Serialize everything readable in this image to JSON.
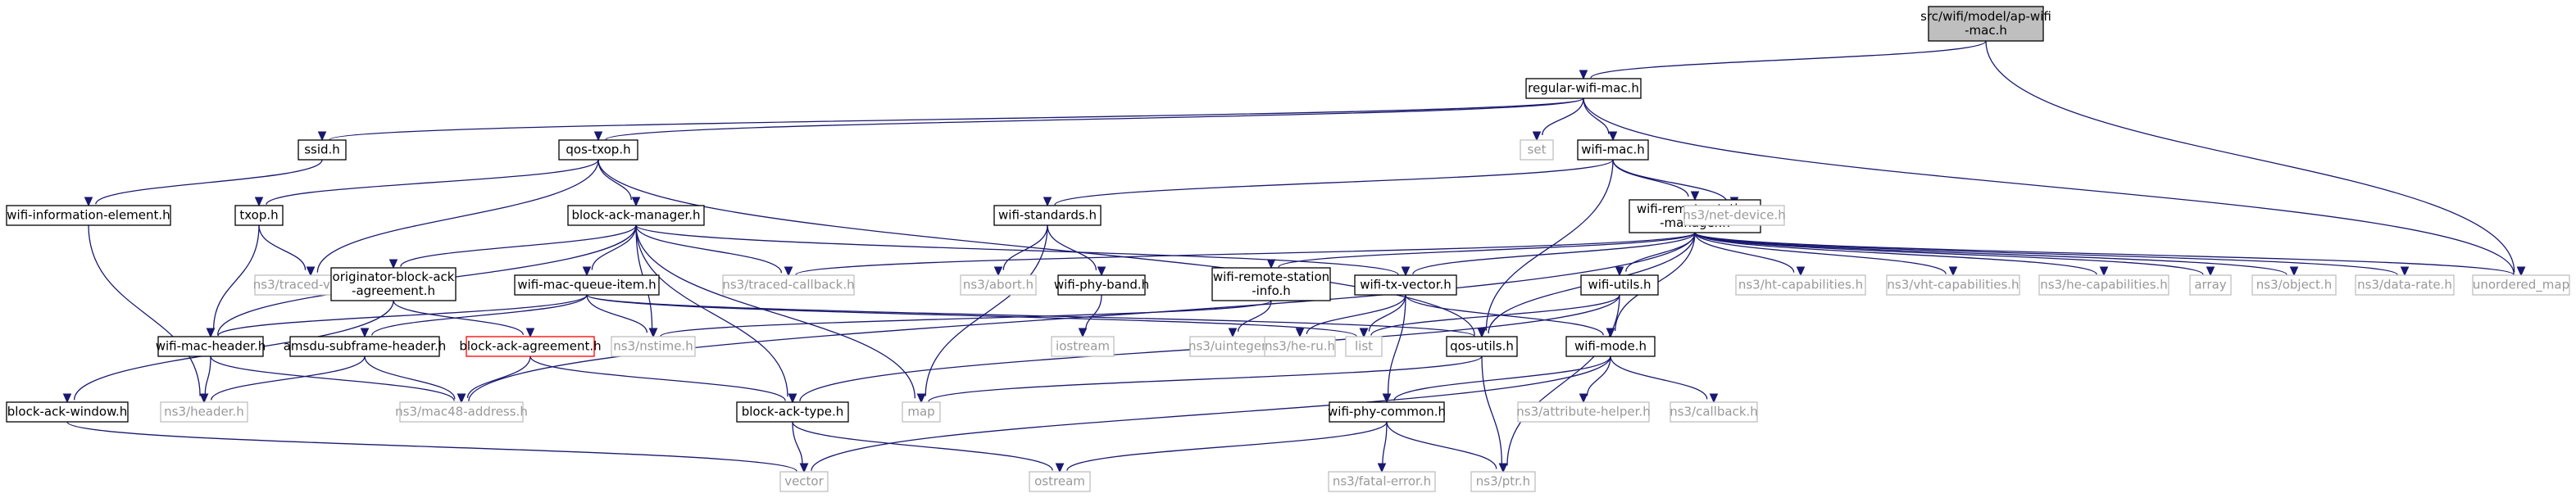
{
  "colors": {
    "edge": "#191970",
    "root_fill": "#bfbfbf",
    "documented_stroke": "#000000",
    "external_stroke": "#bfbfbf",
    "missing_stroke": "#ff0000",
    "documented_text": "#000000",
    "external_text": "#999999"
  },
  "nodes": [
    {
      "id": "ap",
      "lines": [
        "src/wifi/model/ap-wifi",
        "-mac.h"
      ],
      "kind": "root"
    },
    {
      "id": "regular",
      "lines": [
        "regular-wifi-mac.h"
      ],
      "kind": "documented"
    },
    {
      "id": "ssid",
      "lines": [
        "ssid.h"
      ],
      "kind": "documented"
    },
    {
      "id": "qostxop",
      "lines": [
        "qos-txop.h"
      ],
      "kind": "documented"
    },
    {
      "id": "set",
      "lines": [
        "set"
      ],
      "kind": "external"
    },
    {
      "id": "wifimac",
      "lines": [
        "wifi-mac.h"
      ],
      "kind": "documented"
    },
    {
      "id": "wie",
      "lines": [
        "wifi-information-element.h"
      ],
      "kind": "documented"
    },
    {
      "id": "txop",
      "lines": [
        "txop.h"
      ],
      "kind": "documented"
    },
    {
      "id": "bam",
      "lines": [
        "block-ack-manager.h"
      ],
      "kind": "documented"
    },
    {
      "id": "wstd",
      "lines": [
        "wifi-standards.h"
      ],
      "kind": "documented"
    },
    {
      "id": "wrsm",
      "lines": [
        "wifi-remote-station",
        "-manager.h"
      ],
      "kind": "documented"
    },
    {
      "id": "netdev",
      "lines": [
        "ns3/net-device.h"
      ],
      "kind": "external"
    },
    {
      "id": "tvalue",
      "lines": [
        "ns3/traced-value.h"
      ],
      "kind": "external"
    },
    {
      "id": "oba",
      "lines": [
        "originator-block-ack",
        "-agreement.h"
      ],
      "kind": "documented"
    },
    {
      "id": "wmqi",
      "lines": [
        "wifi-mac-queue-item.h"
      ],
      "kind": "documented"
    },
    {
      "id": "tcb",
      "lines": [
        "ns3/traced-callback.h"
      ],
      "kind": "external"
    },
    {
      "id": "abort",
      "lines": [
        "ns3/abort.h"
      ],
      "kind": "external"
    },
    {
      "id": "wpb",
      "lines": [
        "wifi-phy-band.h"
      ],
      "kind": "documented"
    },
    {
      "id": "wrsi",
      "lines": [
        "wifi-remote-station",
        "-info.h"
      ],
      "kind": "documented"
    },
    {
      "id": "wtv",
      "lines": [
        "wifi-tx-vector.h"
      ],
      "kind": "documented"
    },
    {
      "id": "wutils",
      "lines": [
        "wifi-utils.h"
      ],
      "kind": "documented"
    },
    {
      "id": "htcap",
      "lines": [
        "ns3/ht-capabilities.h"
      ],
      "kind": "external"
    },
    {
      "id": "vhtcap",
      "lines": [
        "ns3/vht-capabilities.h"
      ],
      "kind": "external"
    },
    {
      "id": "hecap",
      "lines": [
        "ns3/he-capabilities.h"
      ],
      "kind": "external"
    },
    {
      "id": "array",
      "lines": [
        "array"
      ],
      "kind": "external"
    },
    {
      "id": "object",
      "lines": [
        "ns3/object.h"
      ],
      "kind": "external"
    },
    {
      "id": "drate",
      "lines": [
        "ns3/data-rate.h"
      ],
      "kind": "external"
    },
    {
      "id": "umap",
      "lines": [
        "unordered_map"
      ],
      "kind": "external"
    },
    {
      "id": "wmh",
      "lines": [
        "wifi-mac-header.h"
      ],
      "kind": "documented"
    },
    {
      "id": "amsdu",
      "lines": [
        "amsdu-subframe-header.h"
      ],
      "kind": "documented"
    },
    {
      "id": "baa",
      "lines": [
        "block-ack-agreement.h"
      ],
      "kind": "missing"
    },
    {
      "id": "nstime",
      "lines": [
        "ns3/nstime.h"
      ],
      "kind": "external"
    },
    {
      "id": "iostream",
      "lines": [
        "iostream"
      ],
      "kind": "external"
    },
    {
      "id": "uint",
      "lines": [
        "ns3/uinteger.h"
      ],
      "kind": "external"
    },
    {
      "id": "heru",
      "lines": [
        "ns3/he-ru.h"
      ],
      "kind": "external"
    },
    {
      "id": "list",
      "lines": [
        "list"
      ],
      "kind": "external"
    },
    {
      "id": "qosutils",
      "lines": [
        "qos-utils.h"
      ],
      "kind": "documented"
    },
    {
      "id": "wmode",
      "lines": [
        "wifi-mode.h"
      ],
      "kind": "documented"
    },
    {
      "id": "baw",
      "lines": [
        "block-ack-window.h"
      ],
      "kind": "documented"
    },
    {
      "id": "header",
      "lines": [
        "ns3/header.h"
      ],
      "kind": "external"
    },
    {
      "id": "mac48",
      "lines": [
        "ns3/mac48-address.h"
      ],
      "kind": "external"
    },
    {
      "id": "batype",
      "lines": [
        "block-ack-type.h"
      ],
      "kind": "documented"
    },
    {
      "id": "map",
      "lines": [
        "map"
      ],
      "kind": "external"
    },
    {
      "id": "wpc",
      "lines": [
        "wifi-phy-common.h"
      ],
      "kind": "documented"
    },
    {
      "id": "attr",
      "lines": [
        "ns3/attribute-helper.h"
      ],
      "kind": "external"
    },
    {
      "id": "callback",
      "lines": [
        "ns3/callback.h"
      ],
      "kind": "external"
    },
    {
      "id": "vector",
      "lines": [
        "vector"
      ],
      "kind": "external"
    },
    {
      "id": "ostream",
      "lines": [
        "ostream"
      ],
      "kind": "external"
    },
    {
      "id": "fatal",
      "lines": [
        "ns3/fatal-error.h"
      ],
      "kind": "external"
    },
    {
      "id": "ptr",
      "lines": [
        "ns3/ptr.h"
      ],
      "kind": "external"
    }
  ],
  "edges": [
    [
      "ap",
      "regular"
    ],
    [
      "ap",
      "umap"
    ],
    [
      "regular",
      "ssid"
    ],
    [
      "regular",
      "qostxop"
    ],
    [
      "regular",
      "set"
    ],
    [
      "regular",
      "wifimac"
    ],
    [
      "regular",
      "umap"
    ],
    [
      "ssid",
      "wie"
    ],
    [
      "qostxop",
      "txop"
    ],
    [
      "qostxop",
      "bam"
    ],
    [
      "qostxop",
      "tvalue"
    ],
    [
      "qostxop",
      "qosutils"
    ],
    [
      "wifimac",
      "wstd"
    ],
    [
      "wifimac",
      "wrsm"
    ],
    [
      "wifimac",
      "netdev"
    ],
    [
      "wifimac",
      "qosutils"
    ],
    [
      "wie",
      "header"
    ],
    [
      "txop",
      "tvalue"
    ],
    [
      "txop",
      "wmh"
    ],
    [
      "bam",
      "oba"
    ],
    [
      "bam",
      "wmqi"
    ],
    [
      "bam",
      "tcb"
    ],
    [
      "bam",
      "wmh"
    ],
    [
      "bam",
      "nstime"
    ],
    [
      "bam",
      "wtv"
    ],
    [
      "bam",
      "batype"
    ],
    [
      "bam",
      "map"
    ],
    [
      "wstd",
      "abort"
    ],
    [
      "wstd",
      "wpb"
    ],
    [
      "wstd",
      "map"
    ],
    [
      "wrsm",
      "tcb"
    ],
    [
      "wrsm",
      "wrsi"
    ],
    [
      "wrsm",
      "wtv"
    ],
    [
      "wrsm",
      "wutils"
    ],
    [
      "wrsm",
      "htcap"
    ],
    [
      "wrsm",
      "vhtcap"
    ],
    [
      "wrsm",
      "hecap"
    ],
    [
      "wrsm",
      "array"
    ],
    [
      "wrsm",
      "object"
    ],
    [
      "wrsm",
      "drate"
    ],
    [
      "wrsm",
      "umap"
    ],
    [
      "wrsm",
      "qosutils"
    ],
    [
      "wrsm",
      "mac48"
    ],
    [
      "wrsm",
      "wmode"
    ],
    [
      "oba",
      "baw"
    ],
    [
      "oba",
      "baa"
    ],
    [
      "wmqi",
      "wmh"
    ],
    [
      "wmqi",
      "amsdu"
    ],
    [
      "wmqi",
      "nstime"
    ],
    [
      "wmqi",
      "list"
    ],
    [
      "wmqi",
      "qosutils"
    ],
    [
      "wpb",
      "iostream"
    ],
    [
      "wrsi",
      "nstime"
    ],
    [
      "wrsi",
      "uint"
    ],
    [
      "wtv",
      "heru"
    ],
    [
      "wtv",
      "list"
    ],
    [
      "wtv",
      "wmode"
    ],
    [
      "wtv",
      "wpc"
    ],
    [
      "wutils",
      "list"
    ],
    [
      "wutils",
      "batype"
    ],
    [
      "wutils",
      "ptr"
    ],
    [
      "wmh",
      "header"
    ],
    [
      "wmh",
      "mac48"
    ],
    [
      "amsdu",
      "header"
    ],
    [
      "amsdu",
      "mac48"
    ],
    [
      "baa",
      "mac48"
    ],
    [
      "baa",
      "batype"
    ],
    [
      "qosutils",
      "map"
    ],
    [
      "qosutils",
      "ptr"
    ],
    [
      "wmode",
      "attr"
    ],
    [
      "wmode",
      "callback"
    ],
    [
      "wmode",
      "vector"
    ],
    [
      "wmode",
      "wpc"
    ],
    [
      "baw",
      "vector"
    ],
    [
      "batype",
      "vector"
    ],
    [
      "batype",
      "ostream"
    ],
    [
      "wpc",
      "ostream"
    ],
    [
      "wpc",
      "fatal"
    ],
    [
      "wpc",
      "ptr"
    ]
  ]
}
